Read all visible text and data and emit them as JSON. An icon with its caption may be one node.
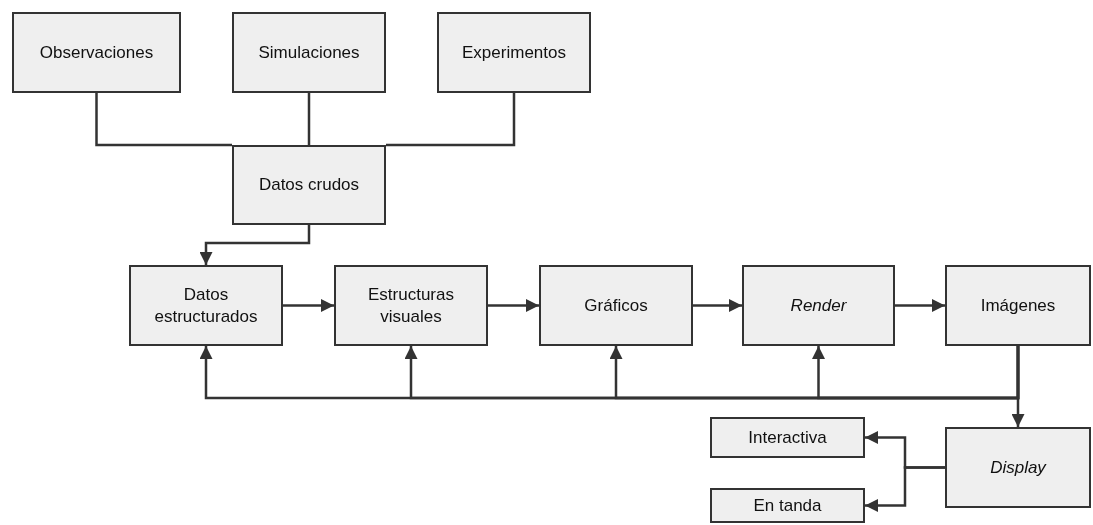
{
  "diagram": {
    "nodes": [
      {
        "text": [
          "Observaciones"
        ]
      },
      {
        "text": [
          "Simulaciones"
        ]
      },
      {
        "text": [
          "Experimentos"
        ]
      },
      {
        "text": [
          "Datos crudos"
        ]
      },
      {
        "text": [
          "Datos estructurados"
        ]
      },
      {
        "text": [
          "Estructuras visuales"
        ]
      },
      {
        "text": [
          "Gráficos"
        ]
      },
      {
        "text": [
          "Render"
        ]
      },
      {
        "text": [
          "Imágenes"
        ]
      },
      {
        "text": [
          "Display"
        ]
      },
      {
        "text": [
          "Interactiva"
        ]
      },
      {
        "text": [
          "En tanda"
        ]
      }
    ],
    "edges": [
      {
        "from": 0,
        "to": 3,
        "arrow": "none"
      },
      {
        "from": 1,
        "to": 3,
        "arrow": "none"
      },
      {
        "from": 2,
        "to": 3,
        "arrow": "none"
      },
      {
        "from": 3,
        "to": 4,
        "arrow": "to"
      },
      {
        "from": 4,
        "to": 5,
        "arrow": "to"
      },
      {
        "from": 5,
        "to": 6,
        "arrow": "to"
      },
      {
        "from": 6,
        "to": 7,
        "arrow": "to"
      },
      {
        "from": 7,
        "to": 8,
        "arrow": "to"
      },
      {
        "from": 8,
        "to": 9,
        "arrow": "to"
      },
      {
        "from": 8,
        "to": 4,
        "arrow": "to"
      },
      {
        "from": 8,
        "to": 5,
        "arrow": "to"
      },
      {
        "from": 8,
        "to": 6,
        "arrow": "to"
      },
      {
        "from": 8,
        "to": 7,
        "arrow": "to"
      },
      {
        "from": 9,
        "to": 10,
        "arrow": "to"
      },
      {
        "from": 9,
        "to": 11,
        "arrow": "to"
      }
    ]
  }
}
